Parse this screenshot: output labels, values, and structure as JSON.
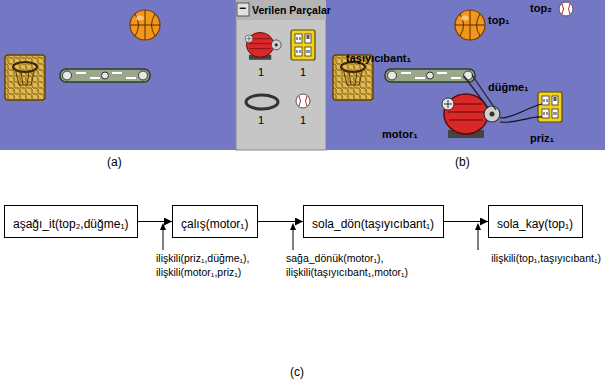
{
  "diagram": {
    "nodes": [
      {
        "text": [
          "aşağı_it(top₂,düğme₁)"
        ]
      },
      {
        "text": [
          "çalış(motor₁)"
        ]
      },
      {
        "text": [
          "sola_dön(taşıyıcıbant₁)"
        ]
      },
      {
        "text": [
          "sola_kay(top₁)"
        ]
      }
    ],
    "edges": [
      {
        "from": 0,
        "to": 1,
        "arrow": "to"
      },
      {
        "from": 1,
        "to": 2,
        "arrow": "to"
      },
      {
        "from": 2,
        "to": 3,
        "arrow": "to"
      }
    ],
    "labels": [
      "−",
      "Verilen Parçalar",
      "1",
      "1",
      "1",
      "1",
      "top₂",
      "top₁",
      "taşıyıcıbant₁",
      "düğme₁",
      "motor₁",
      "priz₁",
      "(a)",
      "(b)",
      "ilişkili(priz₁,düğme₁),",
      "ilişkili(motor₁,priz₁)",
      "sağa_dönük(motor₁),",
      "ilişkili(taşıyıcıbant₁,motor₁)",
      "ilişkili(top₁,taşıyıcıbant₁)",
      "(c)"
    ]
  }
}
